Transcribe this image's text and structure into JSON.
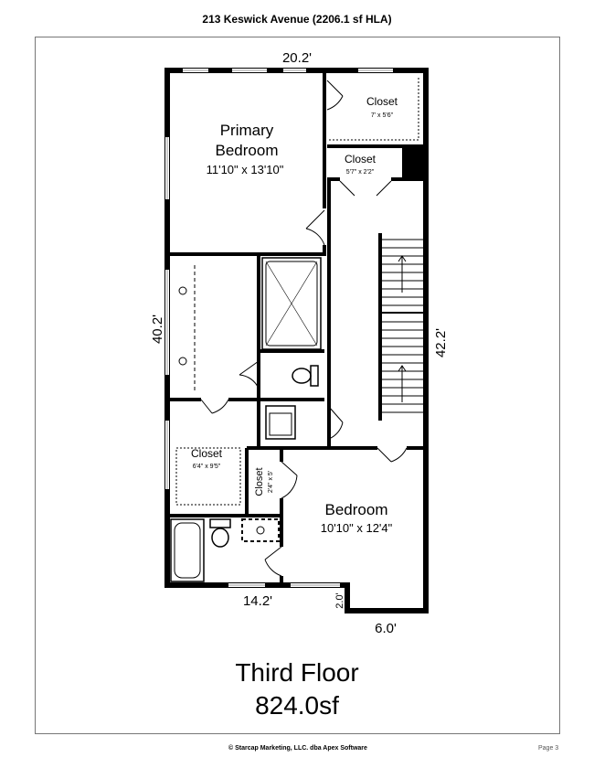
{
  "header": {
    "title": "213 Keswick Avenue (2206.1 sf HLA)"
  },
  "plan": {
    "dimensions": {
      "top": "20.2'",
      "left": "40.2'",
      "right": "42.2'",
      "bottom_left": "14.2'",
      "notch": "2.0'",
      "bottom_right": "6.0'"
    },
    "rooms": [
      {
        "name": "Primary",
        "name2": "Bedroom",
        "size": "11'10\" x 13'10\""
      },
      {
        "name": "Closet",
        "size": "7' x 5'6\""
      },
      {
        "name": "Closet",
        "size": "5'7\" x 2'2\""
      },
      {
        "name": "Closet",
        "size": "6'4\" x 9'5\""
      },
      {
        "name": "Closet",
        "size": "2'4\" x 5'"
      },
      {
        "name": "Bedroom",
        "size": "10'10\" x 12'4\""
      }
    ]
  },
  "summary": {
    "floor": "Third Floor",
    "area": "824.0sf"
  },
  "footer": {
    "copyright": "© Starcap Marketing, LLC. dba Apex Software",
    "page": "Page 3"
  }
}
